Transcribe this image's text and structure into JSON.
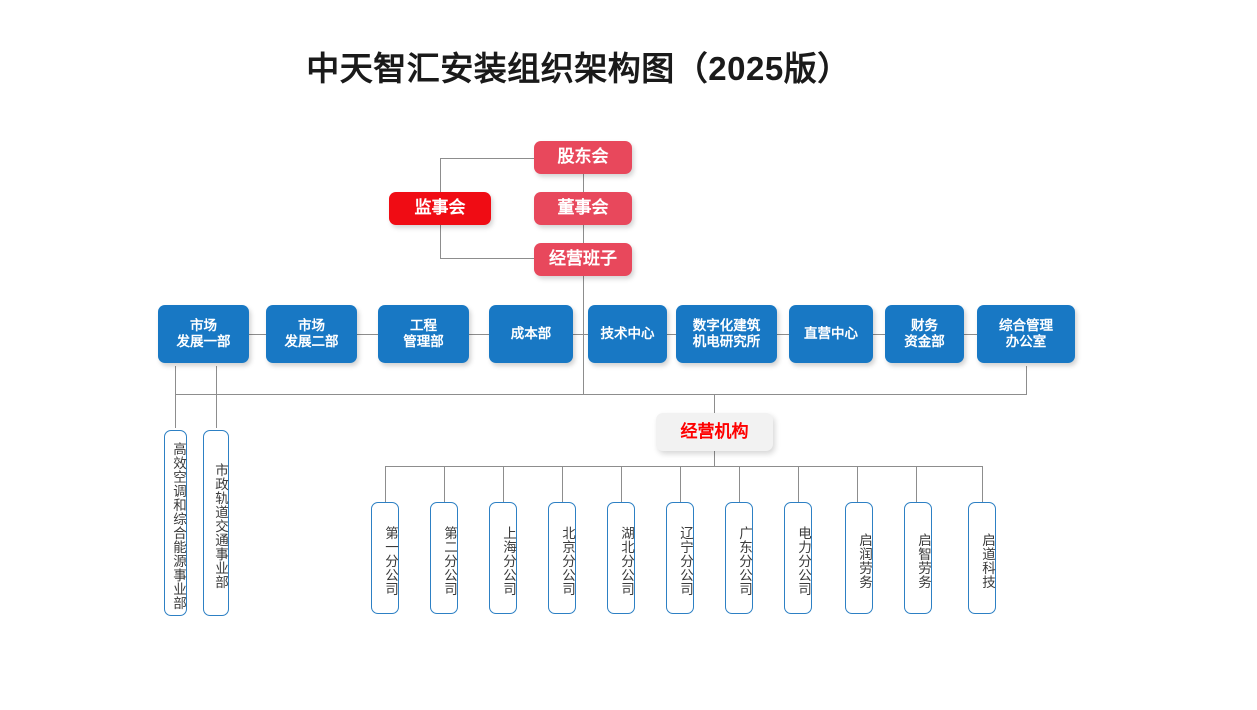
{
  "title": "中天智汇安装组织架构图（2025版）",
  "colors": {
    "red_soft": "#e8485c",
    "red_strong": "#f00c14",
    "blue": "#1878c4",
    "grey_box": "#f2f2f2",
    "red_text": "#fe0000",
    "outline_blue": "#2d80c4",
    "connector": "#8d8d8d",
    "background": "#ffffff"
  },
  "governance": {
    "shareholders": "股东会",
    "board": "董事会",
    "management": "经营班子",
    "supervisory": "监事会"
  },
  "departments": [
    {
      "line1": "市场",
      "line2": "发展一部"
    },
    {
      "line1": "市场",
      "line2": "发展二部"
    },
    {
      "line1": "工程",
      "line2": "管理部"
    },
    {
      "line1": "成本部",
      "line2": ""
    },
    {
      "line1": "技术中心",
      "line2": ""
    },
    {
      "line1": "数字化建筑",
      "line2": "机电研究所"
    },
    {
      "line1": "直营中心",
      "line2": ""
    },
    {
      "line1": "财务",
      "line2": "资金部"
    },
    {
      "line1": "综合管理",
      "line2": "办公室"
    }
  ],
  "business_units": [
    {
      "label": "高效空调和综合能源事业部"
    },
    {
      "label": "市政轨道交通事业部"
    }
  ],
  "operating_group": {
    "label": "经营机构"
  },
  "branches": [
    {
      "label": "第一分公司"
    },
    {
      "label": "第二分公司"
    },
    {
      "label": "上海分公司"
    },
    {
      "label": "北京分公司"
    },
    {
      "label": "湖北分公司"
    },
    {
      "label": "辽宁分公司"
    },
    {
      "label": "广东分公司"
    },
    {
      "label": "电力分公司"
    },
    {
      "label": "启润劳务"
    },
    {
      "label": "启智劳务"
    },
    {
      "label": "启道科技"
    }
  ]
}
